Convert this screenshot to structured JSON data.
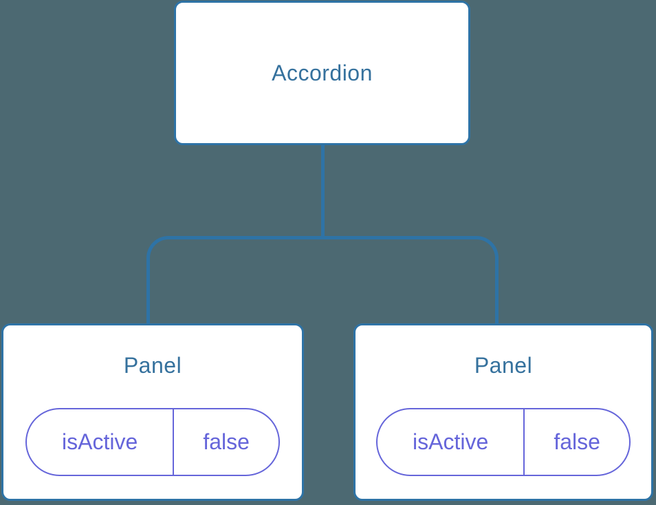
{
  "diagram": {
    "root": {
      "label": "Accordion"
    },
    "panels": [
      {
        "title": "Panel",
        "state": {
          "key": "isActive",
          "value": "false"
        }
      },
      {
        "title": "Panel",
        "state": {
          "key": "isActive",
          "value": "false"
        }
      }
    ]
  },
  "colors": {
    "background": "#4C6972",
    "card_bg": "#FFFFFF",
    "line_blue": "#2E73A6",
    "text_blue": "#35719D",
    "state_purple": "#6565DA"
  }
}
